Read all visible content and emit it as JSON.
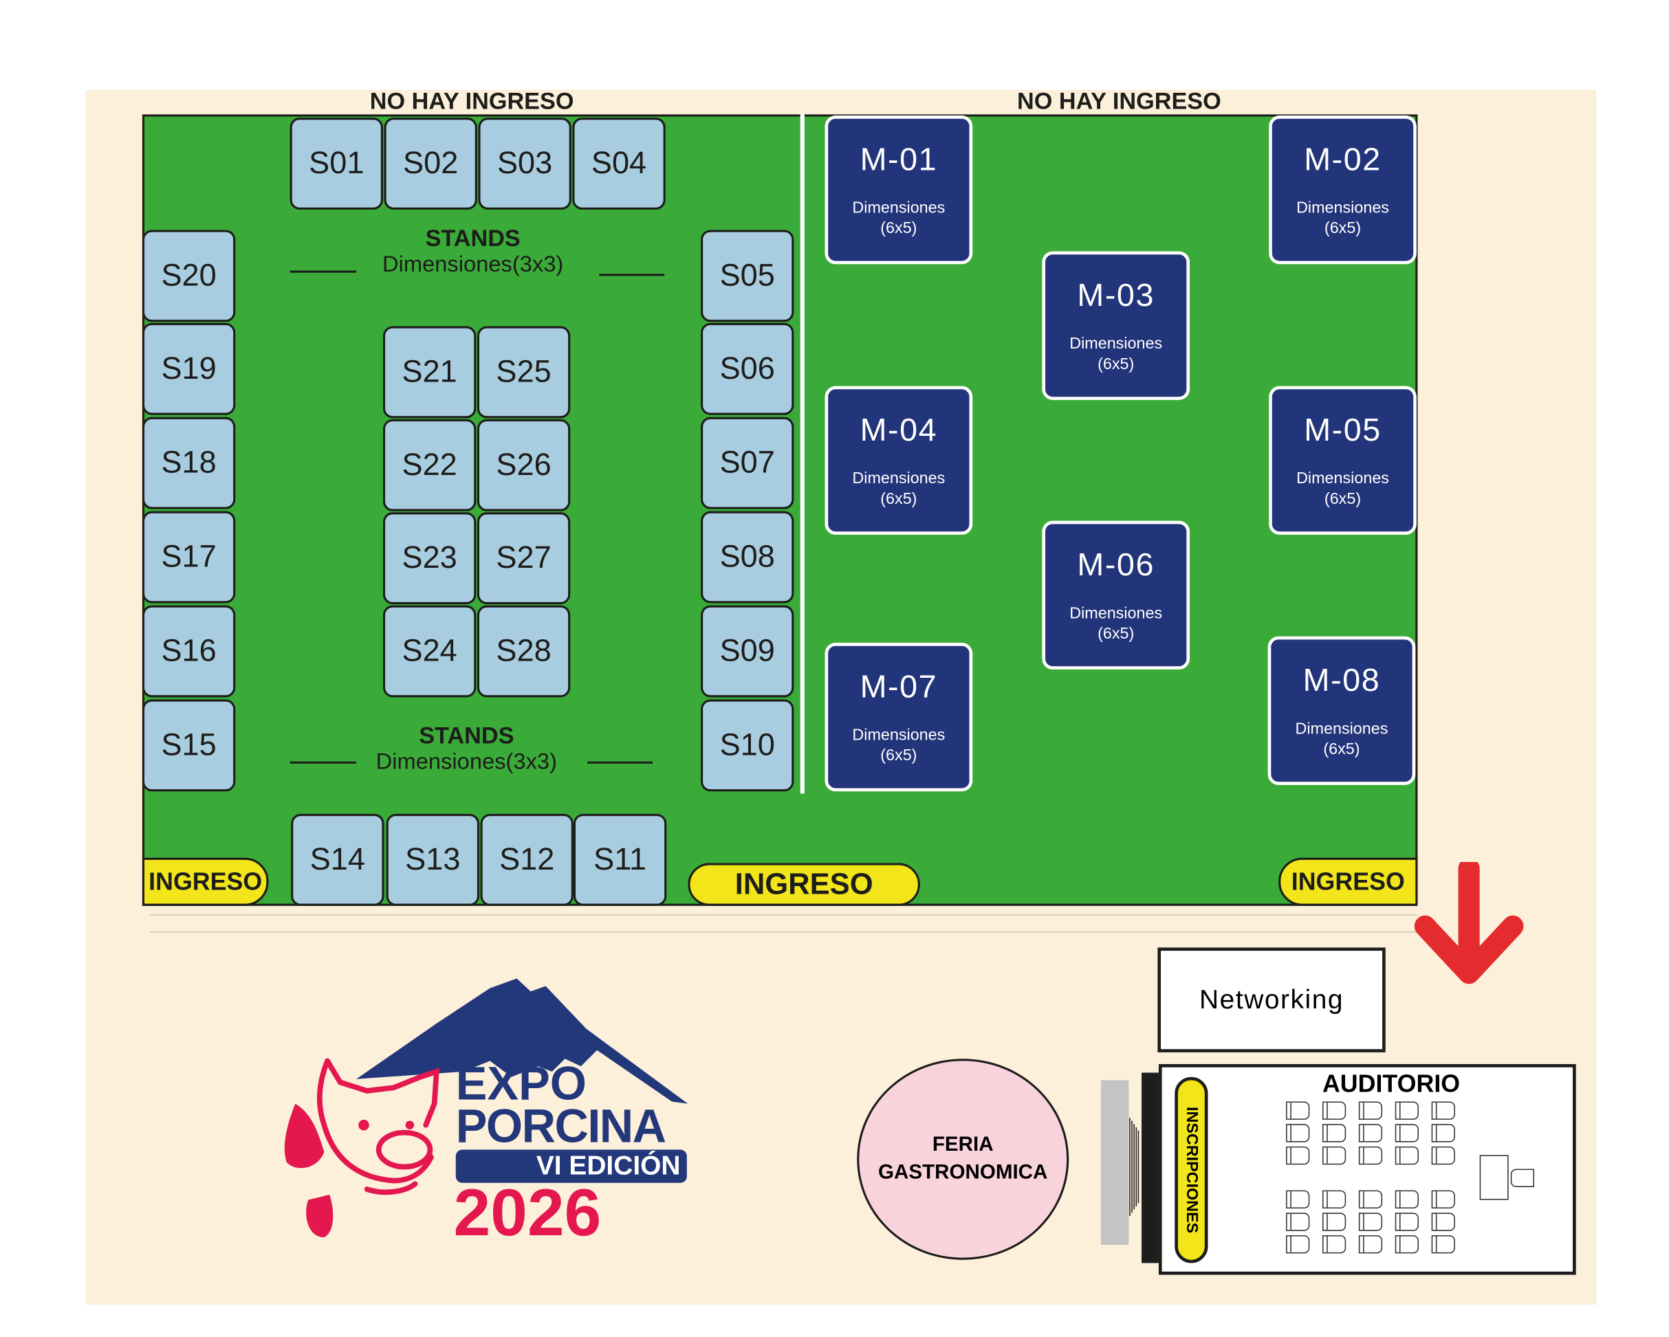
{
  "map": {
    "no_entry_labels": [
      "NO HAY INGRESO",
      "NO HAY INGRESO"
    ],
    "stands_heading": "STANDS",
    "stands_dimensions": "Dimensiones(3x3)",
    "stands": {
      "top_row": [
        "S01",
        "S02",
        "S03",
        "S04"
      ],
      "left_column": [
        "S20",
        "S19",
        "S18",
        "S17",
        "S16",
        "S15"
      ],
      "right_column": [
        "S05",
        "S06",
        "S07",
        "S08",
        "S09",
        "S10"
      ],
      "center_left": [
        "S21",
        "S22",
        "S23",
        "S24"
      ],
      "center_right": [
        "S25",
        "S26",
        "S27",
        "S28"
      ],
      "bottom_row": [
        "S14",
        "S13",
        "S12",
        "S11"
      ]
    },
    "entrances": [
      "INGRESO",
      "INGRESO",
      "INGRESO"
    ],
    "modules": [
      {
        "id": "M-01",
        "dim_label": "Dimensiones",
        "dim": "(6x5)"
      },
      {
        "id": "M-02",
        "dim_label": "Dimensiones",
        "dim": "(6x5)"
      },
      {
        "id": "M-03",
        "dim_label": "Dimensiones",
        "dim": "(6x5)"
      },
      {
        "id": "M-04",
        "dim_label": "Dimensiones",
        "dim": "(6x5)"
      },
      {
        "id": "M-05",
        "dim_label": "Dimensiones",
        "dim": "(6x5)"
      },
      {
        "id": "M-06",
        "dim_label": "Dimensiones",
        "dim": "(6x5)"
      },
      {
        "id": "M-07",
        "dim_label": "Dimensiones",
        "dim": "(6x5)"
      },
      {
        "id": "M-08",
        "dim_label": "Dimensiones",
        "dim": "(6x5)"
      }
    ],
    "networking": "Networking",
    "auditorium": "AUDITORIO",
    "registration": "INSCRIPCIONES",
    "food_fair": [
      "FERIA",
      "GASTRONOMICA"
    ]
  },
  "logo": {
    "line1": "EXPO",
    "line2": "PORCINA",
    "edition": "VI EDICIÓN",
    "year": "2026"
  },
  "colors": {
    "hall": "#3aab38",
    "stand": "#a9cde0",
    "module": "#23357a",
    "entrance": "#f2e51a",
    "arrow": "#e42b2e",
    "logo_red": "#e4174f",
    "logo_blue": "#23377b"
  }
}
